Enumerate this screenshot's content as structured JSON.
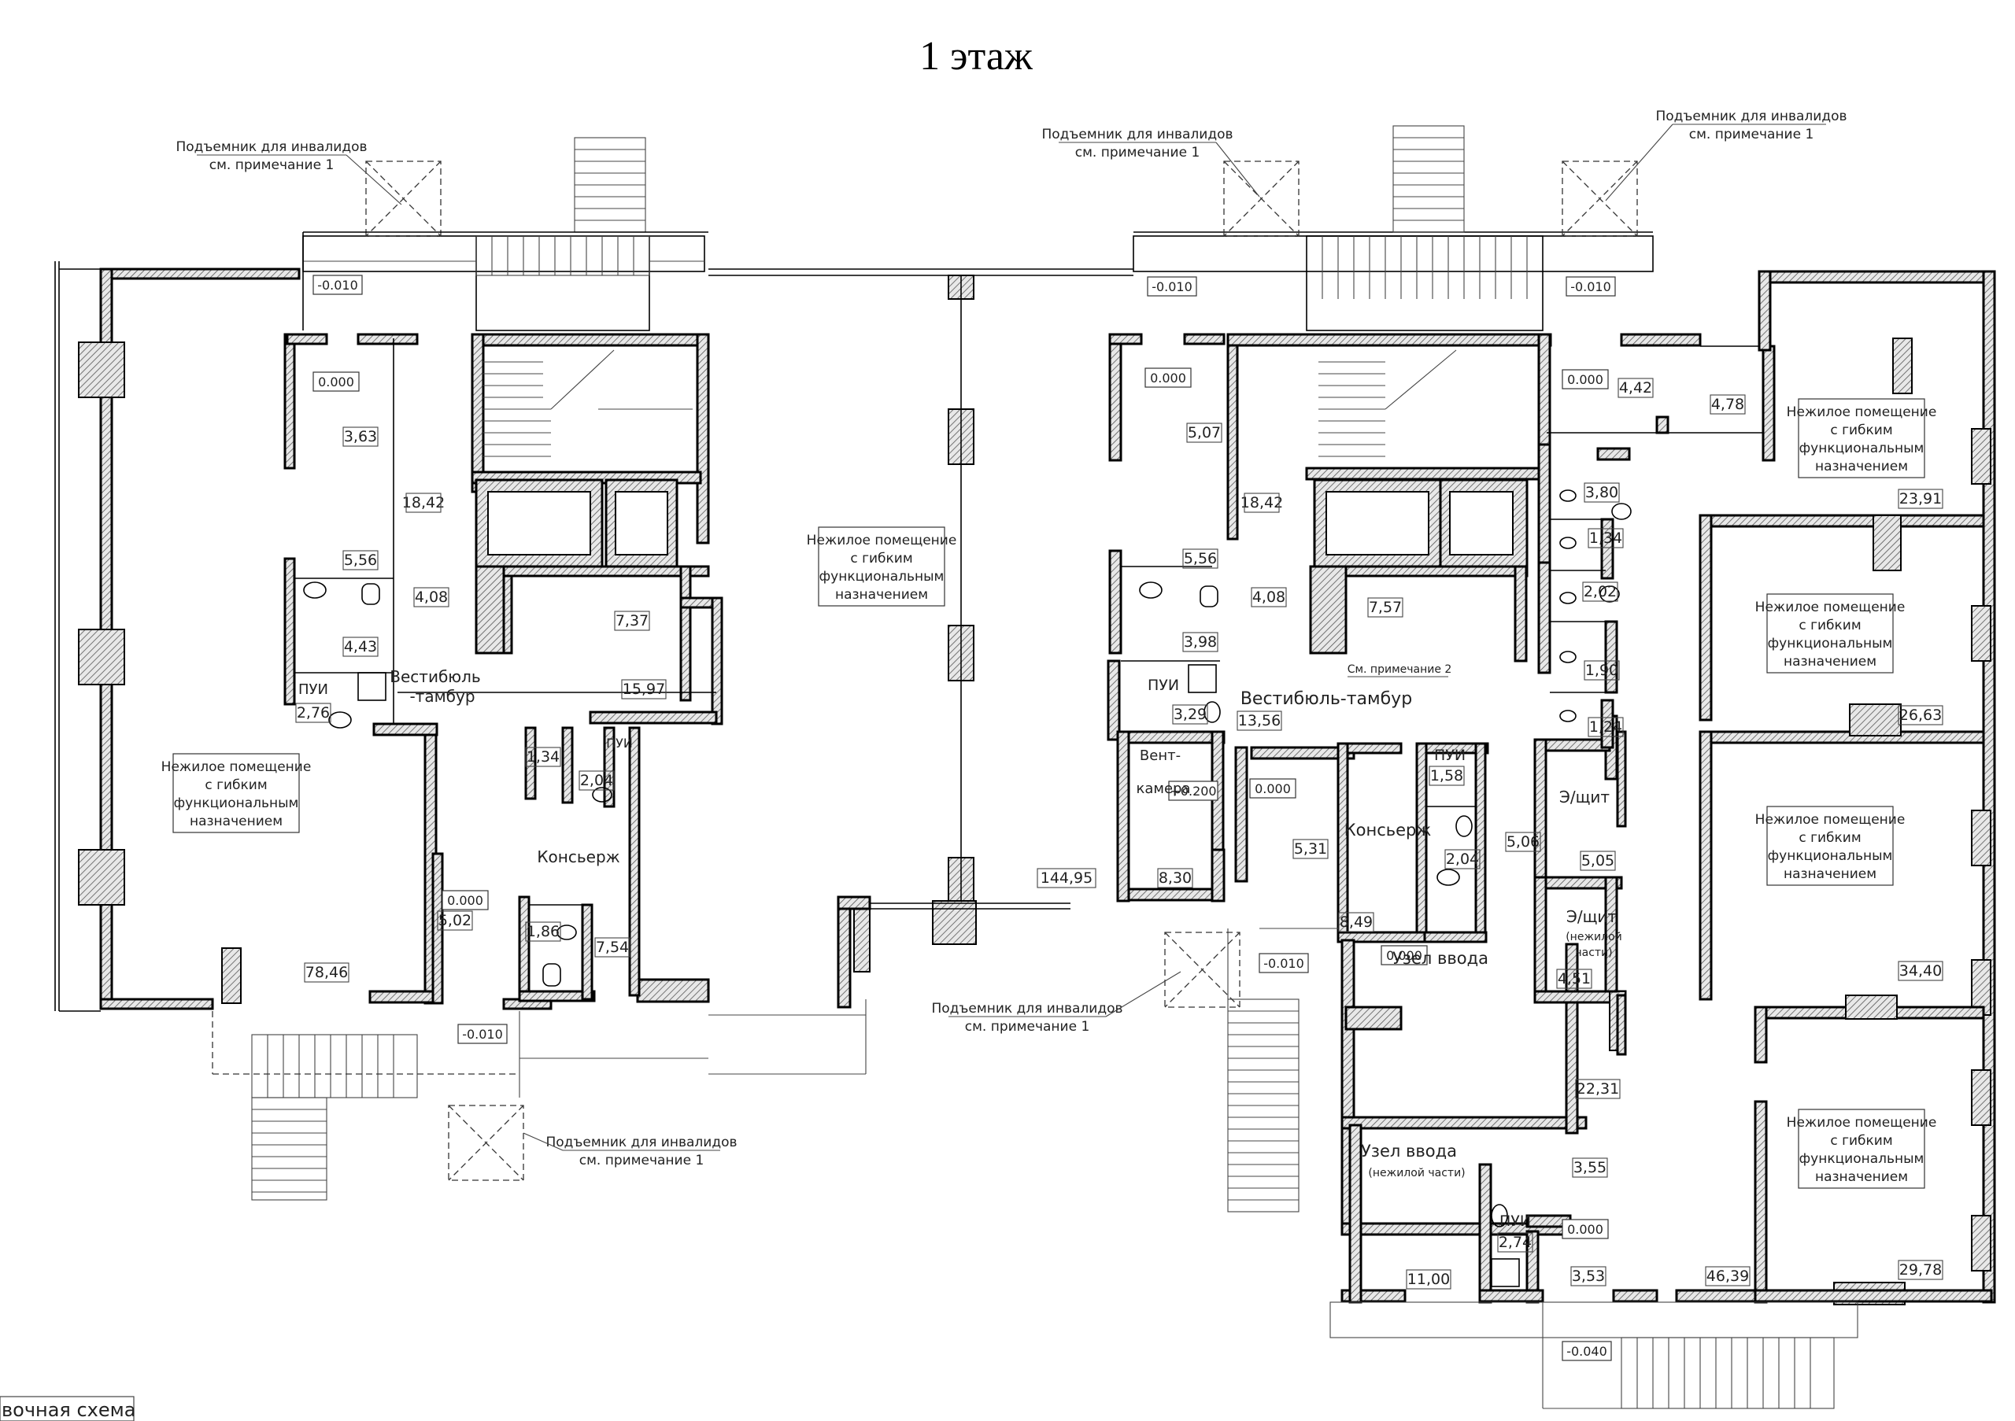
{
  "title": "1 этаж",
  "footer": "вочная схема",
  "lifts_note": {
    "line1": "Подъемник для инвалидов",
    "line2": "см. примечание 1"
  },
  "elevation_marks": [
    "-0.010",
    "0.000",
    "-0.040",
    "+0.200"
  ],
  "room_names": {
    "nonres_1": "Нежилое помещение",
    "nonres_2": "с гибким",
    "nonres_3": "функциональным",
    "nonres_4": "назначением",
    "vestibule_a1": "Вестибюль",
    "vestibule_a2": "-тамбур",
    "vestibule_b": "Вестибюль-тамбур",
    "concierge": "Консьерж",
    "pui": "ПУИ",
    "vent1": "Вент-",
    "vent2": "камера",
    "input_node": "Узел ввода",
    "input_node_sub": "(нежилой части)",
    "e_panel": "Э/щит",
    "e_panel_sub1": "(нежилой",
    "e_panel_sub2": "части)",
    "see_note2": "См. примечание 2"
  },
  "areas": {
    "a363": "3,63",
    "a556": "5,56",
    "a443": "4,43",
    "a276": "2,76",
    "a1842": "18,42",
    "a408": "4,08",
    "a737": "7,37",
    "a1597": "15,97",
    "a134": "1,34",
    "a204": "2,04",
    "a502": "5,02",
    "a186": "1,86",
    "a754": "7,54",
    "a7846": "78,46",
    "a14495": "144,95",
    "a507": "5,07",
    "a398": "3,98",
    "a329": "3,29",
    "a830": "8,30",
    "a757": "7,57",
    "a1356": "13,56",
    "a531": "5,31",
    "a849": "8,49",
    "a158": "1,58",
    "a506": "5,06",
    "a442": "4,42",
    "a478": "4,78",
    "a380": "3,80",
    "a202": "2,02",
    "a190": "1,90",
    "a124": "1,24",
    "a505": "5,05",
    "a451": "4,51",
    "a2231": "22,31",
    "a1100": "11,00",
    "a274": "2,74",
    "a355": "3,55",
    "a353": "3,53",
    "a4639": "46,39",
    "a2391": "23,91",
    "a2663": "26,63",
    "a3440": "34,40",
    "a2978": "29,78"
  }
}
